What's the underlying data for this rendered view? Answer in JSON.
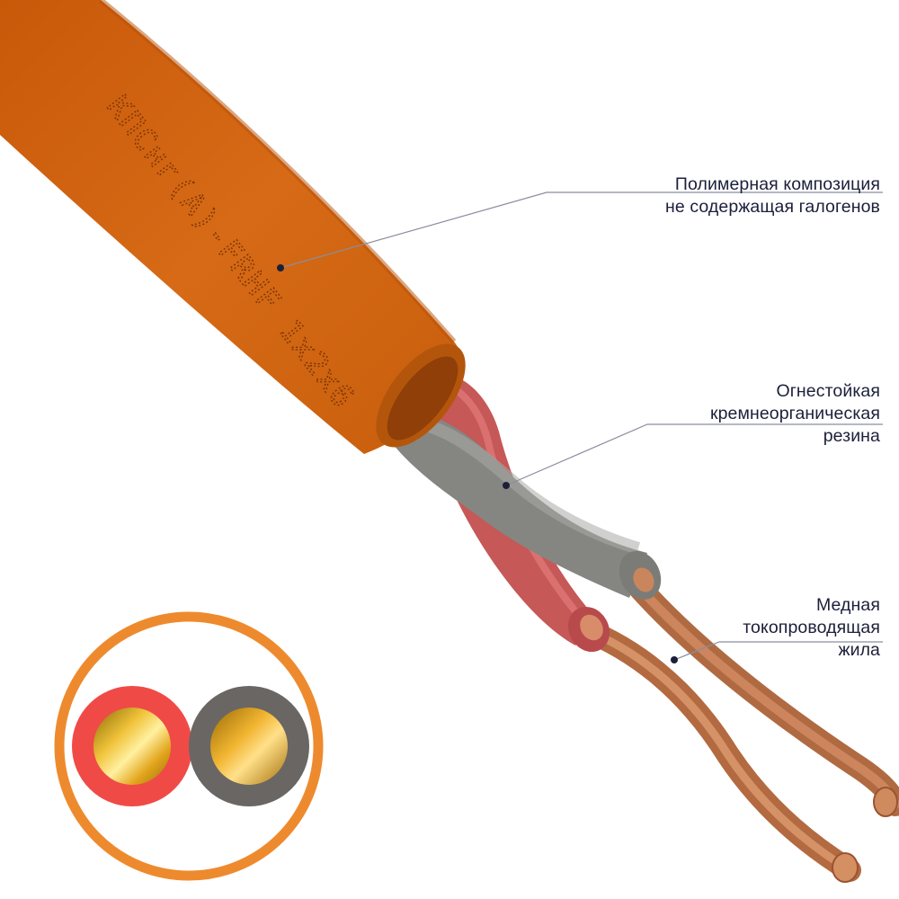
{
  "cable_marking": "КПСнг(А)-FRHF 1x2x6",
  "callouts": {
    "sheath": {
      "line1": "Полимерная композиция",
      "line2": "не содержащая галогенов"
    },
    "insulation": {
      "line1": "Огнестойкая",
      "line2": "кремнеорганическая",
      "line3": "резина"
    },
    "conductor": {
      "line1": "Медная",
      "line2": "токопроводящая",
      "line3": "жила"
    }
  },
  "colors": {
    "sheath": "#d2620f",
    "sheath_cross_section_ring": "#ee8a2e",
    "insulation_red": "#c8595a",
    "insulation_grey": "#8a8b87",
    "cross_section_red": "#f04a47",
    "cross_section_grey": "#6a6663",
    "copper": "#c8784e",
    "leader_line": "#8a8da0",
    "text": "#1c1f3a"
  }
}
